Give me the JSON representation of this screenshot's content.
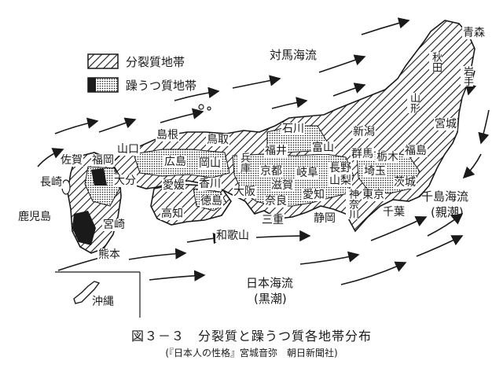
{
  "legend": {
    "items": [
      {
        "label": "分裂質地帯",
        "pattern": "hatch"
      },
      {
        "label": "躁うつ質地帯",
        "pattern": "dots"
      }
    ]
  },
  "currents": {
    "tsushima": "対馬海流",
    "chishima": "千島海流",
    "chishima_alt": "(親潮)",
    "nihonkai": "日本海流",
    "nihonkai_alt": "(黒潮)"
  },
  "prefectures": {
    "aomori": "青森",
    "akita": "秋田",
    "iwate": "岩手",
    "yamagata": "山形",
    "miyagi": "宮城",
    "fukushima": "福島",
    "niigata": "新潟",
    "ishikawa": "石川",
    "toyama": "富山",
    "fukui": "福井",
    "gunma": "群馬",
    "tochigi": "栃木",
    "ibaraki": "茨城",
    "saitama": "埼玉",
    "nagano": "長野",
    "yamanashi": "山梨",
    "gifu": "岐阜",
    "tokyo": "東京",
    "chiba": "千葉",
    "kanagawa": "神奈川",
    "shizuoka": "静岡",
    "aichi": "愛知",
    "mie": "三重",
    "shiga": "滋賀",
    "kyoto": "京都",
    "nara": "奈良",
    "osaka": "大阪",
    "hyogo": "兵庫",
    "wakayama": "和歌山",
    "tottori": "鳥取",
    "shimane": "島根",
    "okayama": "岡山",
    "hiroshima": "広島",
    "yamaguchi": "山口",
    "kagawa": "香川",
    "tokushima": "徳島",
    "ehime": "愛媛",
    "kochi": "高知",
    "fukuoka": "福岡",
    "saga": "佐賀",
    "nagasaki": "長崎",
    "oita": "大分",
    "kumamoto": "熊本",
    "miyazaki": "宮崎",
    "kagoshima": "鹿児島",
    "okinawa": "沖縄"
  },
  "caption": "図３－３　分裂質と躁うつ質各地帯分布",
  "source": "(『日本人の性格』宮城音弥　朝日新聞社)",
  "colors": {
    "ink": "#1a1a1a",
    "paper": "#ffffff"
  }
}
